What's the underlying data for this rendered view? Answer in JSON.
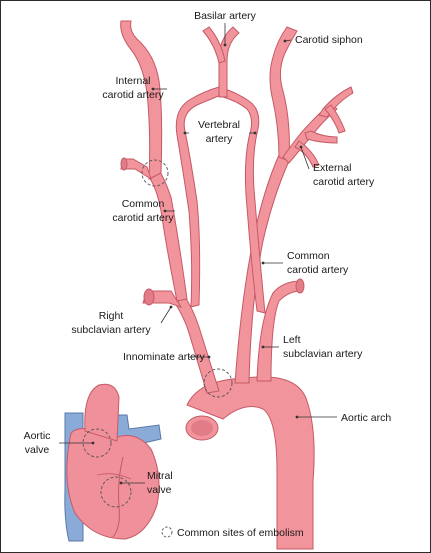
{
  "labels": {
    "basilar": "Basilar artery",
    "carotid_siphon": "Carotid siphon",
    "internal_carotid": [
      "Internal",
      "carotid artery"
    ],
    "vertebral": [
      "Vertebral",
      "artery"
    ],
    "external_carotid": [
      "External",
      "carotid artery"
    ],
    "common_carotid_right": [
      "Common",
      "carotid artery"
    ],
    "common_carotid_left": [
      "Common",
      "carotid artery"
    ],
    "right_subclavian": [
      "Right",
      "subclavian artery"
    ],
    "left_subclavian": [
      "Left",
      "subclavian artery"
    ],
    "innominate": "Innominate artery",
    "aortic_arch": "Aortic arch",
    "aortic_valve": [
      "Aortic",
      "valve"
    ],
    "mitral_valve": [
      "Mitral",
      "valve"
    ]
  },
  "legend": {
    "text": "Common sites of embolism",
    "icon": "dashed-circle-icon"
  },
  "colors": {
    "artery": "#f2949b",
    "artery_outline": "#c55a66",
    "heart": "#f0909a",
    "vein": "#8aaad8",
    "vein_outline": "#5a78a8",
    "embolism_marker": "#555555"
  }
}
